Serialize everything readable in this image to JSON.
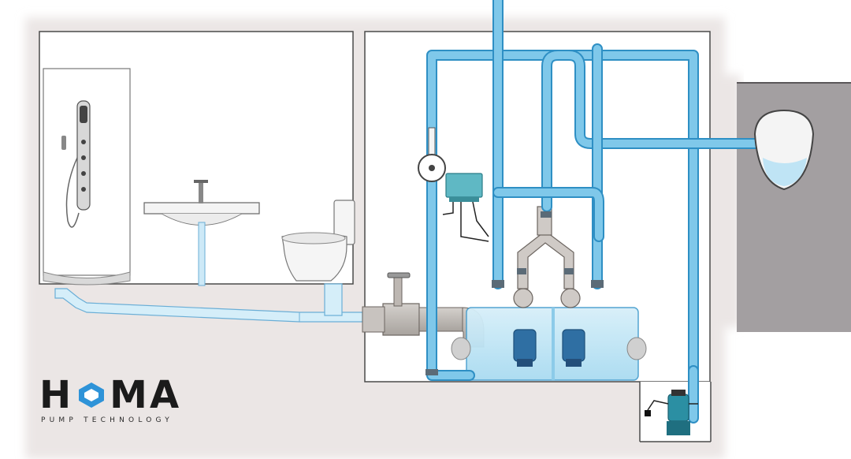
{
  "brand": {
    "letters": [
      "H",
      "M",
      "A"
    ],
    "tagline": "PUMP TECHNOLOGY",
    "logo_mark": "blue-diamond-o-icon",
    "colors": {
      "text": "#1b1b1b",
      "mark": "#2e93d8"
    }
  },
  "colors": {
    "wall": "#ebe6e5",
    "pipe": "#7fc8ea",
    "pipe_outline": "#2e8fc4",
    "tank": "#bfe4f5",
    "pump": "#2f6fa3",
    "gray_pipe": "#b7b2ad",
    "control_box": "#5fb8c4",
    "dark_wall": "#a39fa1"
  },
  "fixtures": [
    "shower-panel-icon",
    "washbasin-icon",
    "toilet-icon",
    "urinal-icon"
  ],
  "equipment": [
    "gate-valve-icon",
    "control-box-icon",
    "twin-pump-tank-icon",
    "submersible-pump-icon",
    "check-valve-icon"
  ]
}
